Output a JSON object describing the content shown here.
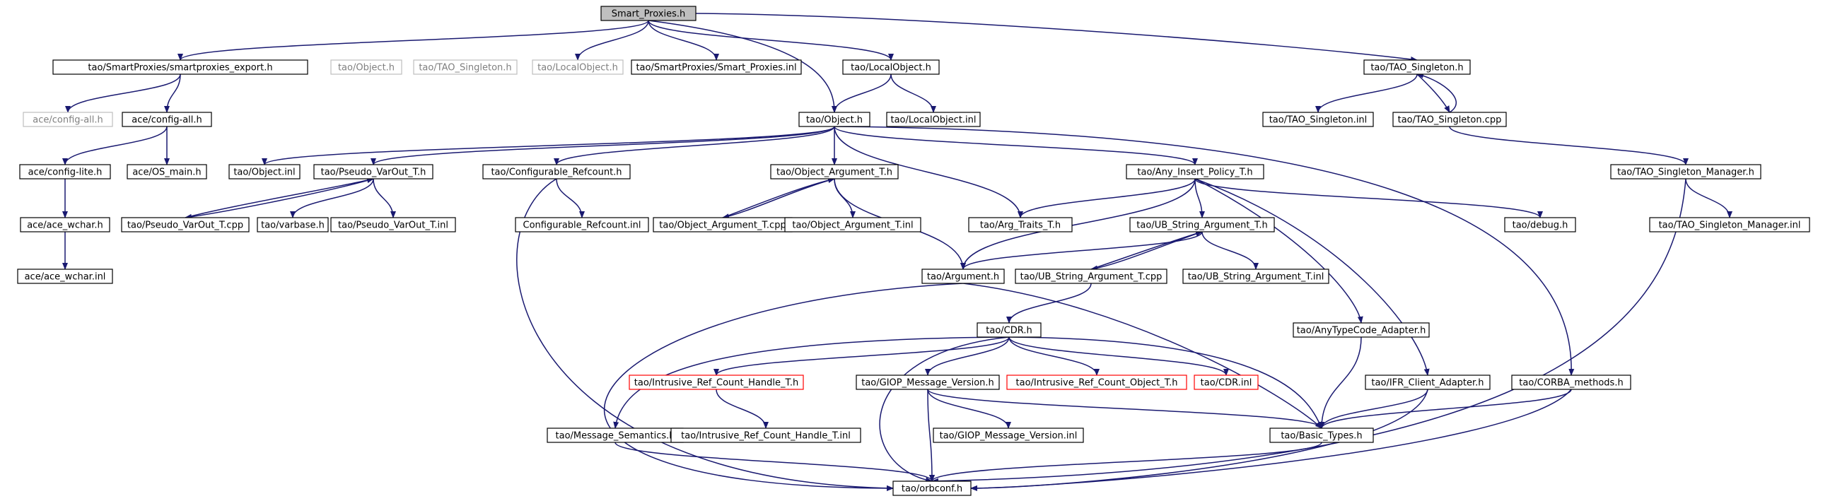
{
  "nodes": [
    {
      "id": "smart_proxies_h",
      "label": "Smart_Proxies.h",
      "style": "root"
    },
    {
      "id": "smartproxies_export_h",
      "label": "tao/SmartProxies/smartproxies_export.h",
      "style": "normal"
    },
    {
      "id": "object_h_gray",
      "label": "tao/Object.h",
      "style": "gray"
    },
    {
      "id": "tao_singleton_h_gray",
      "label": "tao/TAO_Singleton.h",
      "style": "gray"
    },
    {
      "id": "localobject_h_gray",
      "label": "tao/LocalObject.h",
      "style": "gray"
    },
    {
      "id": "smart_proxies_inl",
      "label": "tao/SmartProxies/Smart_Proxies.inl",
      "style": "normal"
    },
    {
      "id": "localobject_h",
      "label": "tao/LocalObject.h",
      "style": "normal"
    },
    {
      "id": "tao_singleton_h",
      "label": "tao/TAO_Singleton.h",
      "style": "normal"
    },
    {
      "id": "config_all_gray",
      "label": "ace/config-all.h",
      "style": "gray"
    },
    {
      "id": "config_all",
      "label": "ace/config-all.h",
      "style": "normal"
    },
    {
      "id": "object_h",
      "label": "tao/Object.h",
      "style": "normal"
    },
    {
      "id": "localobject_inl",
      "label": "tao/LocalObject.inl",
      "style": "normal"
    },
    {
      "id": "tao_singleton_inl",
      "label": "tao/TAO_Singleton.inl",
      "style": "normal"
    },
    {
      "id": "tao_singleton_cpp",
      "label": "tao/TAO_Singleton.cpp",
      "style": "normal"
    },
    {
      "id": "config_lite",
      "label": "ace/config-lite.h",
      "style": "normal"
    },
    {
      "id": "os_main",
      "label": "ace/OS_main.h",
      "style": "normal"
    },
    {
      "id": "object_inl",
      "label": "tao/Object.inl",
      "style": "normal"
    },
    {
      "id": "pseudo_varout_h",
      "label": "tao/Pseudo_VarOut_T.h",
      "style": "normal"
    },
    {
      "id": "configurable_refcount_h",
      "label": "tao/Configurable_Refcount.h",
      "style": "normal"
    },
    {
      "id": "object_argument_h",
      "label": "tao/Object_Argument_T.h",
      "style": "normal"
    },
    {
      "id": "any_insert_policy_h",
      "label": "tao/Any_Insert_Policy_T.h",
      "style": "normal"
    },
    {
      "id": "tao_singleton_manager_h",
      "label": "tao/TAO_Singleton_Manager.h",
      "style": "normal"
    },
    {
      "id": "ace_wchar_h",
      "label": "ace/ace_wchar.h",
      "style": "normal"
    },
    {
      "id": "pseudo_varout_cpp",
      "label": "tao/Pseudo_VarOut_T.cpp",
      "style": "normal"
    },
    {
      "id": "varbase_h",
      "label": "tao/varbase.h",
      "style": "normal"
    },
    {
      "id": "pseudo_varout_inl",
      "label": "tao/Pseudo_VarOut_T.inl",
      "style": "normal"
    },
    {
      "id": "configurable_refcount_inl",
      "label": "Configurable_Refcount.inl",
      "style": "normal"
    },
    {
      "id": "object_argument_cpp",
      "label": "tao/Object_Argument_T.cpp",
      "style": "normal"
    },
    {
      "id": "object_argument_inl",
      "label": "tao/Object_Argument_T.inl",
      "style": "normal"
    },
    {
      "id": "arg_traits_h",
      "label": "tao/Arg_Traits_T.h",
      "style": "normal"
    },
    {
      "id": "ub_string_argument_h",
      "label": "tao/UB_String_Argument_T.h",
      "style": "normal"
    },
    {
      "id": "debug_h",
      "label": "tao/debug.h",
      "style": "normal"
    },
    {
      "id": "tao_singleton_manager_inl",
      "label": "tao/TAO_Singleton_Manager.inl",
      "style": "normal"
    },
    {
      "id": "ace_wchar_inl",
      "label": "ace/ace_wchar.inl",
      "style": "normal"
    },
    {
      "id": "argument_h",
      "label": "tao/Argument.h",
      "style": "normal"
    },
    {
      "id": "ub_string_argument_cpp",
      "label": "tao/UB_String_Argument_T.cpp",
      "style": "normal"
    },
    {
      "id": "ub_string_argument_inl",
      "label": "tao/UB_String_Argument_T.inl",
      "style": "normal"
    },
    {
      "id": "cdr_h",
      "label": "tao/CDR.h",
      "style": "normal"
    },
    {
      "id": "anytypecode_adapter_h",
      "label": "tao/AnyTypeCode_Adapter.h",
      "style": "normal"
    },
    {
      "id": "intrusive_ref_count_handle_h",
      "label": "tao/Intrusive_Ref_Count_Handle_T.h",
      "style": "red"
    },
    {
      "id": "giop_message_version_h",
      "label": "tao/GIOP_Message_Version.h",
      "style": "normal"
    },
    {
      "id": "intrusive_ref_count_object_h",
      "label": "tao/Intrusive_Ref_Count_Object_T.h",
      "style": "red"
    },
    {
      "id": "cdr_inl",
      "label": "tao/CDR.inl",
      "style": "red"
    },
    {
      "id": "ifr_client_adapter_h",
      "label": "tao/IFR_Client_Adapter.h",
      "style": "normal"
    },
    {
      "id": "corba_methods_h",
      "label": "tao/CORBA_methods.h",
      "style": "normal"
    },
    {
      "id": "message_semantics_h",
      "label": "tao/Message_Semantics.h",
      "style": "normal"
    },
    {
      "id": "intrusive_ref_count_handle_inl",
      "label": "tao/Intrusive_Ref_Count_Handle_T.inl",
      "style": "normal"
    },
    {
      "id": "giop_message_version_inl",
      "label": "tao/GIOP_Message_Version.inl",
      "style": "normal"
    },
    {
      "id": "basic_types_h",
      "label": "tao/Basic_Types.h",
      "style": "normal"
    },
    {
      "id": "orbconf_h",
      "label": "tao/orbconf.h",
      "style": "normal"
    }
  ],
  "edges": [
    [
      "smart_proxies_h",
      "smartproxies_export_h"
    ],
    [
      "smart_proxies_h",
      "localobject_h_gray"
    ],
    [
      "smart_proxies_h",
      "smart_proxies_inl"
    ],
    [
      "smart_proxies_h",
      "localobject_h"
    ],
    [
      "smart_proxies_h",
      "object_h"
    ],
    [
      "smart_proxies_h",
      "tao_singleton_h"
    ],
    [
      "smartproxies_export_h",
      "config_all_gray"
    ],
    [
      "smartproxies_export_h",
      "config_all"
    ],
    [
      "localobject_h",
      "object_h"
    ],
    [
      "localobject_h",
      "localobject_inl"
    ],
    [
      "tao_singleton_h",
      "tao_singleton_inl"
    ],
    [
      "tao_singleton_h",
      "tao_singleton_cpp"
    ],
    [
      "tao_singleton_cpp",
      "tao_singleton_h"
    ],
    [
      "tao_singleton_cpp",
      "tao_singleton_manager_h"
    ],
    [
      "config_all",
      "config_lite"
    ],
    [
      "config_all",
      "os_main"
    ],
    [
      "config_lite",
      "ace_wchar_h"
    ],
    [
      "ace_wchar_h",
      "ace_wchar_inl"
    ],
    [
      "object_h",
      "object_inl"
    ],
    [
      "object_h",
      "pseudo_varout_h"
    ],
    [
      "object_h",
      "configurable_refcount_h"
    ],
    [
      "object_h",
      "object_argument_h"
    ],
    [
      "object_h",
      "arg_traits_h"
    ],
    [
      "object_h",
      "any_insert_policy_h"
    ],
    [
      "object_h",
      "corba_methods_h"
    ],
    [
      "pseudo_varout_h",
      "pseudo_varout_cpp"
    ],
    [
      "pseudo_varout_h",
      "varbase_h"
    ],
    [
      "pseudo_varout_h",
      "pseudo_varout_inl"
    ],
    [
      "pseudo_varout_cpp",
      "pseudo_varout_h"
    ],
    [
      "configurable_refcount_h",
      "configurable_refcount_inl"
    ],
    [
      "configurable_refcount_h",
      "orbconf_h"
    ],
    [
      "object_argument_h",
      "object_argument_cpp"
    ],
    [
      "object_argument_h",
      "object_argument_inl"
    ],
    [
      "object_argument_h",
      "argument_h"
    ],
    [
      "object_argument_cpp",
      "object_argument_h"
    ],
    [
      "any_insert_policy_h",
      "arg_traits_h"
    ],
    [
      "any_insert_policy_h",
      "argument_h"
    ],
    [
      "any_insert_policy_h",
      "ub_string_argument_h"
    ],
    [
      "any_insert_policy_h",
      "debug_h"
    ],
    [
      "any_insert_policy_h",
      "anytypecode_adapter_h"
    ],
    [
      "any_insert_policy_h",
      "ifr_client_adapter_h"
    ],
    [
      "ub_string_argument_h",
      "argument_h"
    ],
    [
      "ub_string_argument_h",
      "ub_string_argument_cpp"
    ],
    [
      "ub_string_argument_h",
      "ub_string_argument_inl"
    ],
    [
      "ub_string_argument_cpp",
      "ub_string_argument_h"
    ],
    [
      "ub_string_argument_cpp",
      "cdr_h"
    ],
    [
      "tao_singleton_manager_h",
      "tao_singleton_manager_inl"
    ],
    [
      "tao_singleton_manager_h",
      "orbconf_h"
    ],
    [
      "argument_h",
      "basic_types_h"
    ],
    [
      "argument_h",
      "orbconf_h"
    ],
    [
      "cdr_h",
      "message_semantics_h"
    ],
    [
      "cdr_h",
      "intrusive_ref_count_handle_h"
    ],
    [
      "cdr_h",
      "giop_message_version_h"
    ],
    [
      "cdr_h",
      "intrusive_ref_count_object_h"
    ],
    [
      "cdr_h",
      "cdr_inl"
    ],
    [
      "cdr_h",
      "basic_types_h"
    ],
    [
      "cdr_h",
      "orbconf_h"
    ],
    [
      "intrusive_ref_count_handle_h",
      "intrusive_ref_count_handle_inl"
    ],
    [
      "giop_message_version_h",
      "giop_message_version_inl"
    ],
    [
      "giop_message_version_h",
      "basic_types_h"
    ],
    [
      "giop_message_version_h",
      "orbconf_h"
    ],
    [
      "anytypecode_adapter_h",
      "basic_types_h"
    ],
    [
      "ifr_client_adapter_h",
      "basic_types_h"
    ],
    [
      "ifr_client_adapter_h",
      "orbconf_h"
    ],
    [
      "corba_methods_h",
      "basic_types_h"
    ],
    [
      "corba_methods_h",
      "orbconf_h"
    ],
    [
      "message_semantics_h",
      "orbconf_h"
    ],
    [
      "basic_types_h",
      "orbconf_h"
    ]
  ],
  "colors": {
    "edge": "#191970",
    "root_fill": "#bfbfbf",
    "gray_border": "#bfbfbf",
    "gray_text": "#7f7f7f",
    "red_border": "#ff0000"
  }
}
